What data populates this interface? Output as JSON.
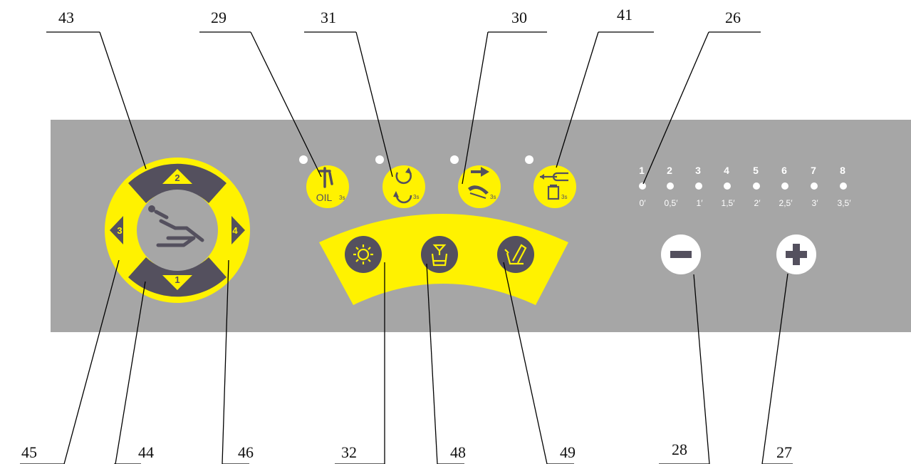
{
  "callouts": {
    "top": [
      "43",
      "29",
      "31",
      "30",
      "41",
      "26"
    ],
    "bottom": [
      "45",
      "44",
      "46",
      "32",
      "48",
      "49",
      "28",
      "27"
    ]
  },
  "dpad": {
    "up": "2",
    "down": "1",
    "left": "3",
    "right": "4"
  },
  "function_buttons": {
    "oil_text": "OIL",
    "oil_suffix": "3s",
    "rotate_suffix": "3s",
    "hand_suffix": "3s",
    "syringe_suffix": "3s"
  },
  "timer": {
    "levels": [
      "1",
      "2",
      "3",
      "4",
      "5",
      "6",
      "7",
      "8"
    ],
    "times": [
      "0′",
      "0,5′",
      "1′",
      "1,5′",
      "2′",
      "2,5′",
      "3′",
      "3,5′"
    ],
    "active_index": 0
  },
  "colors": {
    "panel": "#a6a6a6",
    "yellow": "#fff200",
    "dark": "#54505e",
    "led_on": "#ffffff"
  }
}
